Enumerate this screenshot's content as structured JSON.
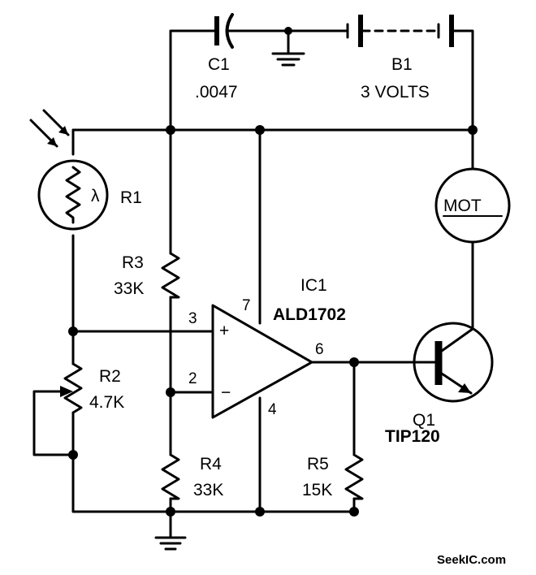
{
  "diagram": {
    "components": {
      "c1": {
        "ref": "C1",
        "value": ".0047"
      },
      "b1": {
        "ref": "B1",
        "value": "3 VOLTS"
      },
      "r1": {
        "ref": "R1",
        "symbol": "λ"
      },
      "r2": {
        "ref": "R2",
        "value": "4.7K"
      },
      "r3": {
        "ref": "R3",
        "value": "33K"
      },
      "r4": {
        "ref": "R4",
        "value": "33K"
      },
      "r5": {
        "ref": "R5",
        "value": "15K"
      },
      "ic1": {
        "ref": "IC1",
        "part": "ALD1702",
        "plus": "+",
        "minus": "−"
      },
      "q1": {
        "ref": "Q1",
        "part": "TIP120"
      },
      "mot": {
        "label": "MOT"
      }
    },
    "pins": {
      "p3": "3",
      "p2": "2",
      "p7": "7",
      "p4": "4",
      "p6": "6"
    },
    "watermark": "SeekIC.com"
  }
}
